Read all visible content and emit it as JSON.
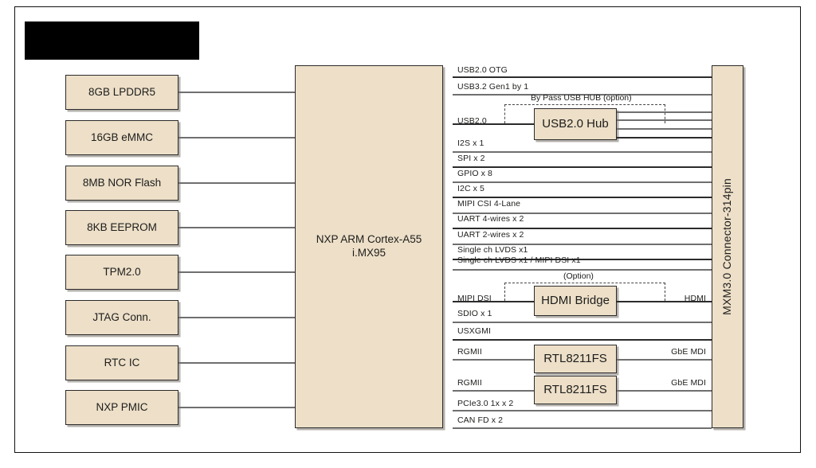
{
  "diagram": {
    "title_redacted": true,
    "colors": {
      "module_fill": "#EDDFC8",
      "module_border": "#2b2b2b",
      "wire": "#6f6f6f",
      "frame": "#111111",
      "redaction": "#000000",
      "text": "#1d1d1b"
    }
  },
  "soc": {
    "line1": "NXP ARM Cortex-A55",
    "line2": "i.MX95"
  },
  "connector": {
    "label": "MXM3.0 Connector-314pin"
  },
  "left_modules": [
    {
      "label": "8GB LPDDR5"
    },
    {
      "label": "16GB eMMC"
    },
    {
      "label": "8MB NOR Flash"
    },
    {
      "label": "8KB EEPROM"
    },
    {
      "label": "TPM2.0"
    },
    {
      "label": "JTAG Conn."
    },
    {
      "label": "RTC IC"
    },
    {
      "label": "NXP PMIC"
    }
  ],
  "signals": [
    {
      "label": "USB2.0 OTG"
    },
    {
      "label": "USB3.2 Gen1 by 1"
    },
    {
      "label": "USB2.0"
    },
    {
      "label": "I2S x 1"
    },
    {
      "label": "SPI x 2"
    },
    {
      "label": "GPIO x 8"
    },
    {
      "label": "I2C x 5"
    },
    {
      "label": "MIPI CSI 4-Lane"
    },
    {
      "label": "UART 4-wires x 2"
    },
    {
      "label": "UART 2-wires x 2"
    },
    {
      "label": "Single ch LVDS x1"
    },
    {
      "label": "Single ch LVDS x1 / MIPI DSI x1"
    },
    {
      "label": "MIPI DSI"
    },
    {
      "label": "SDIO x 1"
    },
    {
      "label": "USXGMI"
    },
    {
      "label": "RGMII"
    },
    {
      "label": "RGMII"
    },
    {
      "label": "PCIe3.0 1x  x 2"
    },
    {
      "label": "CAN FD x 2"
    }
  ],
  "inline_modules": [
    {
      "label": "USB2.0 Hub"
    },
    {
      "label": "HDMI Bridge"
    },
    {
      "label": "RTL8211FS"
    },
    {
      "label": "RTL8211FS"
    }
  ],
  "annotations": [
    {
      "label": "By Pass USB HUB (option)"
    },
    {
      "label": "(Option)"
    }
  ],
  "right_labels": [
    {
      "label": "HDMI"
    },
    {
      "label": "GbE MDI"
    },
    {
      "label": "GbE MDI"
    }
  ]
}
